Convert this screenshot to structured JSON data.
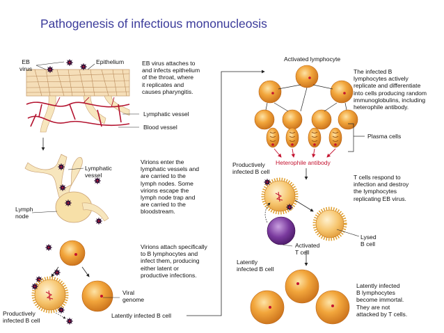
{
  "title": "Pathogenesis of infectious mononucleosis",
  "left": {
    "eb_virus": "EB\nvirus",
    "epithelium": "Epithelium",
    "step1": "EB virus attaches to\nand infects epithelium\nof the throat, where\nit replicates and\ncauses pharyngitis.",
    "lymphatic_vessel_top": "Lymphatic vessel",
    "blood_vessel": "Blood vessel",
    "lymphatic_vessel": "Lymphatic\nvessel",
    "step2": "Virions enter the\nlymphatic vessels and\nare carried to the\nlymph nodes. Some\nvirions escape the\nlymph node trap and\nare carried to the\nbloodstream.",
    "lymph_node": "Lymph\nnode",
    "step3": "Virions attach specifically\nto B lymphocytes and\ninfect them, producing\neither latent or\nproductive infections.",
    "viral_genome": "Viral\ngenome",
    "productively_infected": "Productively\ninfected B cell",
    "latently_infected": "Latently infected B cell"
  },
  "right": {
    "activated_lymphocyte": "Activated lymphocyte",
    "step4": "The infected B\nlymphocytes actively\nreplicate and differentiate\ninto cells producing random\nimmunoglobulins, including\nheterophile antibody.",
    "plasma_cells": "Plasma cells",
    "heterophile_antibody": "Heterophile antibody",
    "productively_infected": "Productively\ninfected B cell",
    "step5": "T cells respond to\ninfection and destroy\nthe lymphocytes\nreplicating EB virus.",
    "lysed": "Lysed\nB cell",
    "activated_t": "Activated\nT cell",
    "latently_infected": "Latently\ninfected B cell",
    "step6": "Latently infected\nB lymphocytes\nbecome immortal.\nThey are not\nattacked by T cells."
  },
  "colors": {
    "title": "#3a3a9a",
    "cell_orange": "#e8932a",
    "cell_light": "#f7c77a",
    "tcell_purple": "#6a2a8a",
    "vessel_red": "#b3122e",
    "tissue_tan": "#f5deb8",
    "arrow_red": "#c4122f"
  }
}
